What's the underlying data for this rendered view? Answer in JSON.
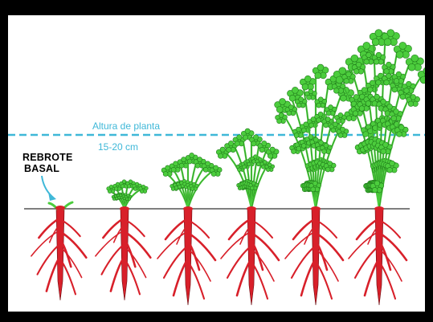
{
  "diagram": {
    "height_label": "Altura de planta",
    "height_range": "15-20 cm",
    "basal_label_line1": "REBROTE",
    "basal_label_line2": "BASAL",
    "stages": [
      "stage-1",
      "stage-2",
      "stage-3",
      "stage-4",
      "stage-5",
      "stage-6"
    ]
  },
  "colors": {
    "background": "#000000",
    "panel": "#ffffff",
    "height_line": "#3fb8d8",
    "root": "#d8202a",
    "root_outline": "#6a0a0f",
    "foliage": "#4ccd3d",
    "foliage_dark": "#1f7a1a",
    "ground": "#333333"
  }
}
